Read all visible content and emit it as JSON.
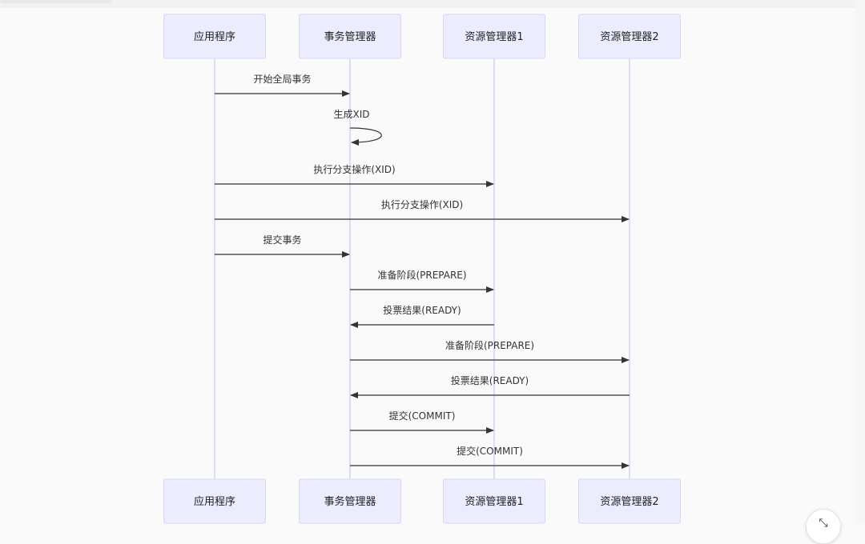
{
  "participants": [
    {
      "id": "app",
      "label": "应用程序"
    },
    {
      "id": "tm",
      "label": "事务管理器"
    },
    {
      "id": "rm1",
      "label": "资源管理器1"
    },
    {
      "id": "rm2",
      "label": "资源管理器2"
    }
  ],
  "messages": [
    {
      "from": "app",
      "to": "tm",
      "label": "开始全局事务"
    },
    {
      "from": "tm",
      "to": "tm",
      "label": "生成XID"
    },
    {
      "from": "app",
      "to": "rm1",
      "label": "执行分支操作(XID)"
    },
    {
      "from": "app",
      "to": "rm2",
      "label": "执行分支操作(XID)"
    },
    {
      "from": "app",
      "to": "tm",
      "label": "提交事务"
    },
    {
      "from": "tm",
      "to": "rm1",
      "label": "准备阶段(PREPARE)"
    },
    {
      "from": "rm1",
      "to": "tm",
      "label": "投票结果(READY)"
    },
    {
      "from": "tm",
      "to": "rm2",
      "label": "准备阶段(PREPARE)"
    },
    {
      "from": "rm2",
      "to": "tm",
      "label": "投票结果(READY)"
    },
    {
      "from": "tm",
      "to": "rm1",
      "label": "提交(COMMIT)"
    },
    {
      "from": "tm",
      "to": "rm2",
      "label": "提交(COMMIT)"
    }
  ],
  "colors": {
    "actor_fill": "#ececff",
    "actor_border": "#d6d6f5",
    "lifeline": "#c9c9ee",
    "arrow": "#333333"
  },
  "fab_icon": "collapse-icon"
}
